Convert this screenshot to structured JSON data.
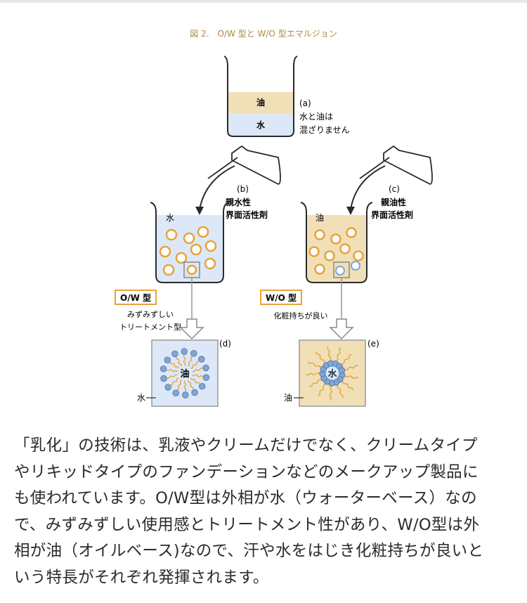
{
  "figure": {
    "caption": "図 2.　O/W 型と W/O 型エマルジョン",
    "a": {
      "oil": "油",
      "water": "水",
      "tag": "(a)",
      "desc1": "水と油は",
      "desc2": "混ざりません"
    },
    "b": {
      "tag": "(b)",
      "agent1": "親水性",
      "agent2": "界面活性剤",
      "medium": "水",
      "type": "O/W 型",
      "note1": "みずみずしい",
      "note2": "トリートメント型"
    },
    "c": {
      "tag": "(c)",
      "agent1": "親油性",
      "agent2": "界面活性剤",
      "medium": "油",
      "type": "W/O 型",
      "note1": "化粧持ちが良い"
    },
    "d": {
      "tag": "(d)",
      "core": "油",
      "outside": "水"
    },
    "e": {
      "tag": "(e)",
      "core": "水",
      "outside": "油"
    },
    "colors": {
      "water": "#dce8f7",
      "oil": "#f1dfb7",
      "droplet_ring": "#e8a33a",
      "molecule_head": "#7fa6d6",
      "tail": "#e8a33a",
      "outline": "#2a2a2a"
    }
  },
  "paragraph": [
    "「乳化」の技術は、乳液やクリームだけでなく、クリームタイプ",
    "やリキッドタイプのファンデーションなどのメークアップ製品に",
    "も使われています。O/W型は外相が水（ウォーターベース）なの",
    "で、みずみずしい使用感とトリートメント性があり、W/O型は外",
    "相が油（オイルベース)なので、汗や水をはじき化粧持ちが良いと",
    "いう特長がそれぞれ発揮されます。"
  ]
}
